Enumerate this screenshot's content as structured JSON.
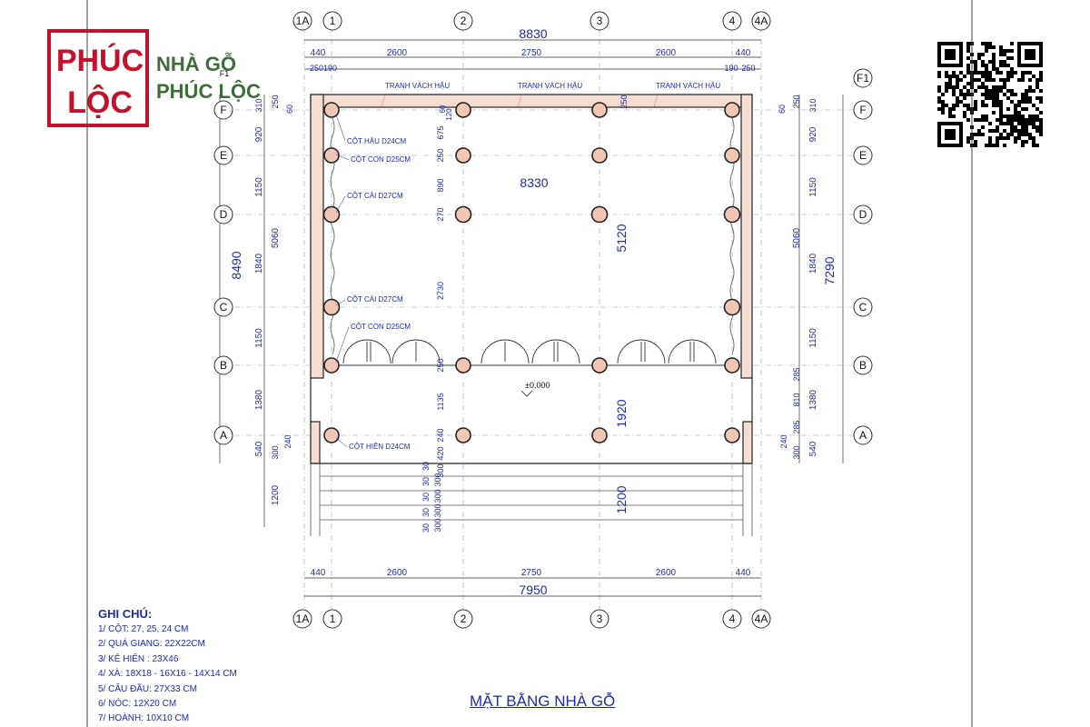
{
  "brand": {
    "logo_top": "PHÚC",
    "logo_bottom": "LỘC",
    "line1": "NHÀ GỖ",
    "line2": "PHÚC LỘC",
    "logo_color": "#c8102e",
    "text_color": "#3f6d3a"
  },
  "axes": {
    "top": [
      "1A",
      "1",
      "2",
      "3",
      "4",
      "4A"
    ],
    "bottom": [
      "1A",
      "1",
      "2",
      "3",
      "4",
      "4A"
    ],
    "rows": [
      "F",
      "E",
      "D",
      "C",
      "B",
      "A"
    ],
    "f1": "F1"
  },
  "dims": {
    "top_total": "8830",
    "top_segments": [
      "440",
      "2600",
      "2750",
      "2600",
      "440"
    ],
    "top_small_left": "250190",
    "top_small_right_a": "190",
    "top_small_right_b": "250",
    "bottom_total": "7950",
    "bottom_segments": [
      "440",
      "2600",
      "2750",
      "2600",
      "440"
    ],
    "left_total": "8490",
    "left_main": [
      "920",
      "1150",
      "1840",
      "1150",
      "1380",
      "540"
    ],
    "left_small": [
      "310",
      "250",
      "60"
    ],
    "left_sub_total": "5060",
    "left_bottom_a": "300",
    "left_bottom_b": "240",
    "left_steps": "1200",
    "right_total": "7290",
    "right_main": [
      "920",
      "1150",
      "1840",
      "1150",
      "1380",
      "540"
    ],
    "right_small": [
      "310",
      "250",
      "60"
    ],
    "right_sub_total": "5060",
    "right_inner": [
      "285",
      "810",
      "285"
    ],
    "right_bottom_a": "240",
    "right_bottom_b": "300",
    "inner_width": "8330",
    "inner_depth": "5120",
    "porch_depth": "1920",
    "steps_depth": "1200",
    "col2_vertical": [
      "60",
      "120",
      "675",
      "250",
      "890",
      "270",
      "2730",
      "250",
      "1135",
      "240",
      "420",
      "300"
    ],
    "col3_top": "250",
    "step_labels": [
      "30",
      "300",
      "30",
      "300",
      "30",
      "300",
      "30",
      "300",
      "30"
    ],
    "level": "±0.000"
  },
  "labels": {
    "wall": "TRANH VÁCH HẬU",
    "cot_hau": "CỘT HẬU D24CM",
    "cot_con_top": "CỘT CON D25CM",
    "cot_cai_top": "CỘT CÁI D27CM",
    "cot_cai_mid": "CỘT CÁI D27CM",
    "cot_con_mid": "CỘT CON D25CM",
    "cot_hien": "CỘT HIÊN D24CM"
  },
  "notes": {
    "title": "GHI CHÚ:",
    "lines": [
      "1/ CỘT: 27, 25, 24 CM",
      "2/ QUÁ GIANG: 22X22CM",
      "3/ KẺ HIÊN : 23X46",
      "4/ XÀ: 18X18 - 16X16 - 14X14 CM",
      "5/ CÂU ĐẦU: 27X33 CM",
      "6/ NÓC: 12X20 CM",
      "7/ HOÀNH: 10X10 CM"
    ]
  },
  "plan_title": "MẶT BẰNG NHÀ GỖ",
  "colors": {
    "dimension": "#1f2bb3",
    "line": "#222222",
    "column_fill": "#f2c6b4",
    "wall_fill": "#f6ddd2"
  }
}
